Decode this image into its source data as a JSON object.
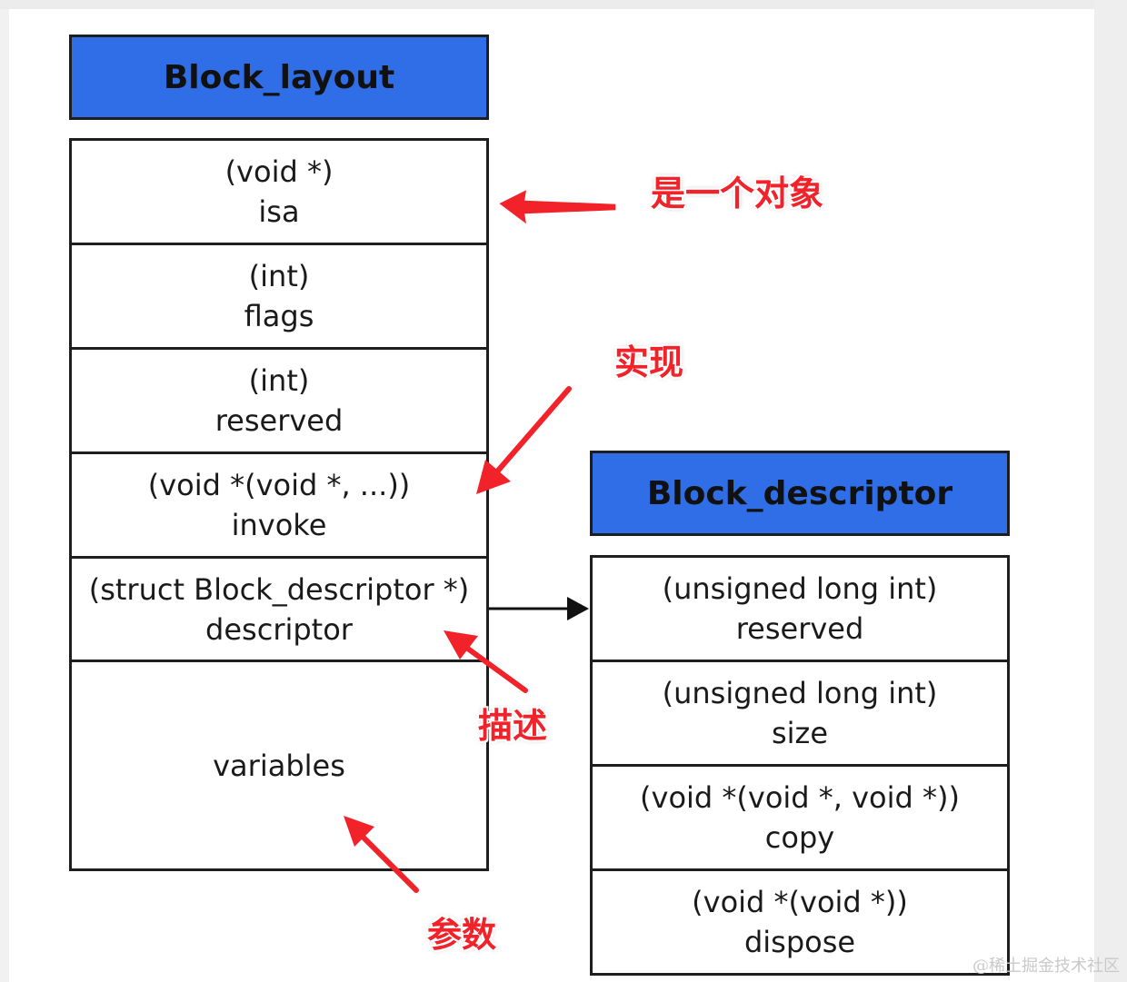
{
  "block_layout": {
    "title": "Block_layout",
    "fields": [
      {
        "type": "(void *)",
        "name": "isa"
      },
      {
        "type": "(int)",
        "name": "flags"
      },
      {
        "type": "(int)",
        "name": "reserved"
      },
      {
        "type": "(void *(void *, ...))",
        "name": "invoke"
      },
      {
        "type": "(struct Block_descriptor *)",
        "name": "descriptor"
      },
      {
        "type": "",
        "name": "variables"
      }
    ]
  },
  "block_descriptor": {
    "title": "Block_descriptor",
    "fields": [
      {
        "type": "(unsigned long int)",
        "name": "reserved"
      },
      {
        "type": "(unsigned long int)",
        "name": "size"
      },
      {
        "type": "(void *(void *, void *))",
        "name": "copy"
      },
      {
        "type": "(void *(void *))",
        "name": "dispose"
      }
    ]
  },
  "annotations": {
    "isa_note": "是一个对象",
    "invoke_note": "实现",
    "descriptor_note": "描述",
    "variables_note": "参数"
  },
  "watermark": "@稀土掘金技术社区",
  "colors": {
    "header_fill": "#2f6ee6",
    "annotation_red": "#f2222a",
    "border": "#1e1e1e"
  }
}
